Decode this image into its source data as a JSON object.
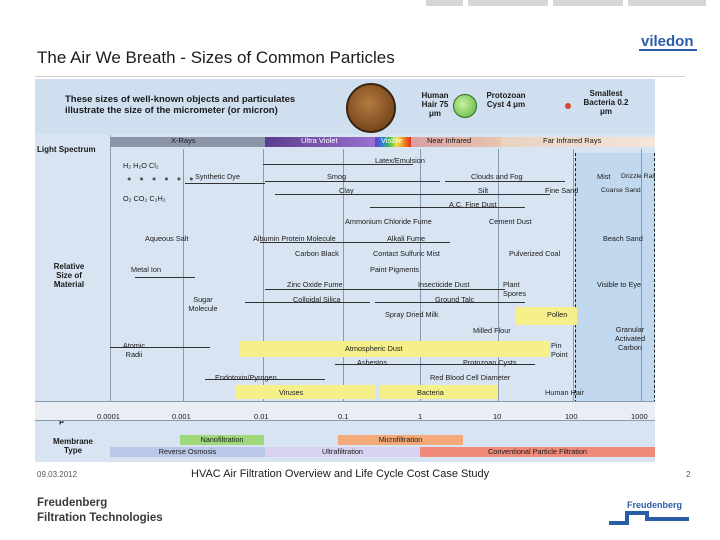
{
  "header": {
    "title": "The Air We Breath - Sizes of Common Particles",
    "brand": "viledon"
  },
  "chart": {
    "intro": "These sizes of well-known objects and particulates illustrate the size of the micrometer (or micron)",
    "specimens": {
      "hair": "Human Hair 75 μm",
      "cyst": "Protozoan Cyst 4 μm",
      "bacteria": "Smallest Bacteria 0.2 μm"
    },
    "row_labels": {
      "spectrum": "Light Spectrum",
      "relative_size": "Relative Size of Material",
      "microns": "Microns μ",
      "membrane": "Membrane Type"
    },
    "spectrum": [
      "X-Rays",
      "Ultra Violet",
      "Visible",
      "Near Infrared",
      "Far Infrared Rays"
    ],
    "molecules": {
      "row1": "H₂  H₂O  Cl₂",
      "row2": "O₂  CO₂  C₂H₂"
    },
    "particles": {
      "latex": "Latex/Emulsion",
      "synthetic_dye": "Synthetic Dye",
      "smog": "Smog",
      "clouds_fog": "Clouds and Fog",
      "mist": "Mist",
      "drizzle_rain": "Drizzle Rain",
      "clay": "Clay",
      "silt": "Silt",
      "fine_sand": "Fine Sand",
      "coarse_sand": "Coarse Sand",
      "ac_fine_dust": "A.C. Fine Dust",
      "ammonium": "Ammonium Chloride Fume",
      "cement": "Cement Dust",
      "aqueous_salt": "Aqueous Salt",
      "albumin": "Albumin Protein Molecule",
      "alkali": "Alkali Fume",
      "beach_sand": "Beach Sand",
      "carbon_black": "Carbon Black",
      "contact_sulfuric": "Contact Sulfuric Mist",
      "pulverized_coal": "Pulverized Coal",
      "metal_ion": "Metal Ion",
      "paint_pigments": "Paint Pigments",
      "zinc_oxide": "Zinc Oxide Fume",
      "insecticide": "Insecticide Dust",
      "plant_spores": "Plant Spores",
      "visible_eye": "Visible to Eye",
      "sugar": "Sugar Molecule",
      "colloidal": "Colloidal Silica",
      "ground_talc": "Ground Talc",
      "spray_milk": "Spray Dried Milk",
      "pollen": "Pollen",
      "granular": "Granular Activated Carbon",
      "milled_flour": "Milled Flour",
      "atomic_radii": "Atomic Radii",
      "atmospheric": "Atmospheric Dust",
      "pin_point": "Pin Point",
      "asbestos": "Asbestos",
      "protozoan": "Protozoan Cysts",
      "endotoxin": "Endotoxin/Pyrogen",
      "red_blood": "Red Blood Cell Diameter",
      "viruses": "Viruses",
      "bacteria": "Bacteria",
      "human_hair": "Human Hair"
    },
    "micron_ticks": [
      "0.0001",
      "0.001",
      "0.01",
      "0.1",
      "1",
      "10",
      "100",
      "1000"
    ],
    "membranes": {
      "nano": "Nanofiltration",
      "micro": "Microfiltration",
      "reverse": "Reverse Osmosis",
      "ultra": "Ultrafiltration",
      "conventional": "Conventional Particle Filtration"
    },
    "colors": {
      "panel": "#d8e4f2",
      "highlight": "#f5f08a",
      "nano": "#9fd87a",
      "micro": "#f4a97a",
      "reverse": "#b9c8e8",
      "ultra": "#d9d2f0",
      "conventional": "#f08a7a"
    }
  },
  "footer": {
    "date": "09.03.2012",
    "title": "HVAC Air Filtration Overview and Life Cycle Cost Case Study",
    "page": "2",
    "company_line1": "Freudenberg",
    "company_line2": "Filtration Technologies",
    "logo_text": "Freudenberg"
  }
}
